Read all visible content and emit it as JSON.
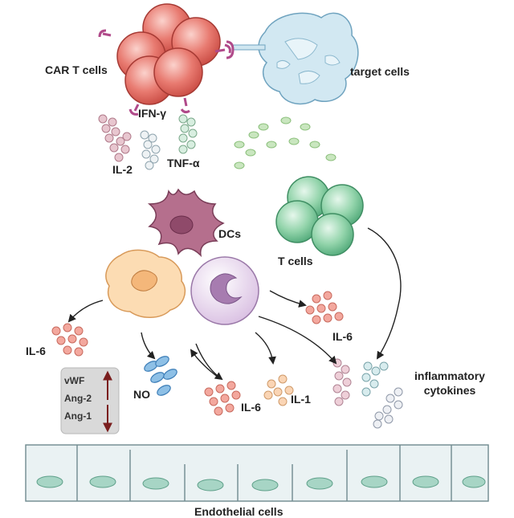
{
  "labels": {
    "car_t_cells": "CAR T cells",
    "target_cells": "target cells",
    "ifn_gamma": "IFN-γ",
    "il2": "IL-2",
    "tnf_alpha": "TNF-α",
    "dcs": "DCs",
    "t_cells": "T cells",
    "il6_left": "IL-6",
    "il6_right": "IL-6",
    "il6_bottom": "IL-6",
    "il1": "IL-1",
    "no": "NO",
    "inflammatory_cytokines": "inflammatory cytokines",
    "endothelial_cells": "Endothelial cells"
  },
  "marker_box": {
    "items": [
      "vWF",
      "Ang-2",
      "Ang-1"
    ],
    "directions": [
      "up",
      "up",
      "down"
    ]
  },
  "colors": {
    "car_t": "#e8736a",
    "target": "#cfe6f0",
    "t_cell": "#8fd1a7",
    "dc": "#b06a86",
    "macrophage": "#fbdcb4",
    "neutrophil": "#e4d0ea",
    "il6": "#f1a9a2",
    "il2": "#e7c3cc",
    "tnf": "#d7e6e3",
    "ifn": "#c6e3b8",
    "il1": "#f8d3b3",
    "no": "#7fb1dc",
    "endothelium": "#e6f0f1",
    "nucleus": "#a9d6c9",
    "arrow_dark": "#7a1e1e"
  }
}
